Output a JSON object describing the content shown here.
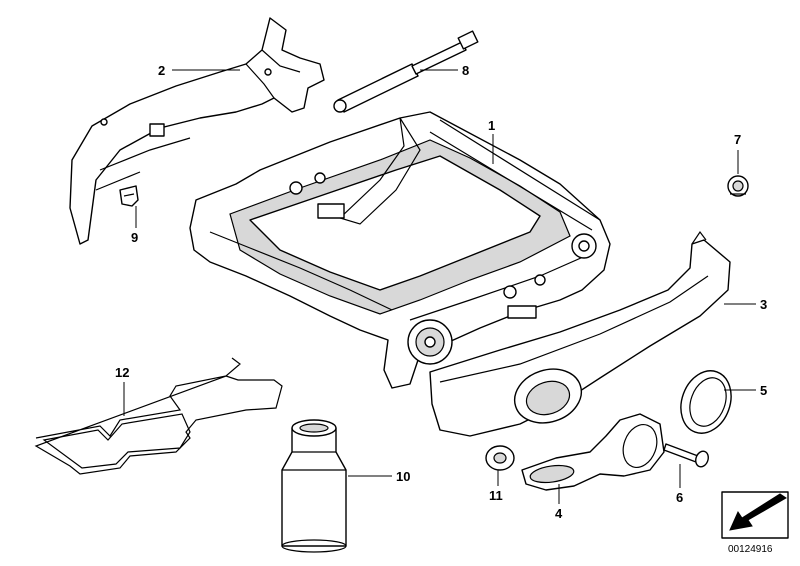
{
  "parts": [
    {
      "id": "1",
      "label": "1"
    },
    {
      "id": "2",
      "label": "2"
    },
    {
      "id": "3",
      "label": "3"
    },
    {
      "id": "4",
      "label": "4"
    },
    {
      "id": "5",
      "label": "5"
    },
    {
      "id": "6",
      "label": "6"
    },
    {
      "id": "7",
      "label": "7"
    },
    {
      "id": "8",
      "label": "8"
    },
    {
      "id": "9",
      "label": "9"
    },
    {
      "id": "10",
      "label": "10"
    },
    {
      "id": "11",
      "label": "11"
    },
    {
      "id": "12",
      "label": "12"
    }
  ],
  "reference_number": "00124916",
  "colors": {
    "line": "#000000",
    "background": "#ffffff",
    "shade": "#d8d8d8"
  }
}
